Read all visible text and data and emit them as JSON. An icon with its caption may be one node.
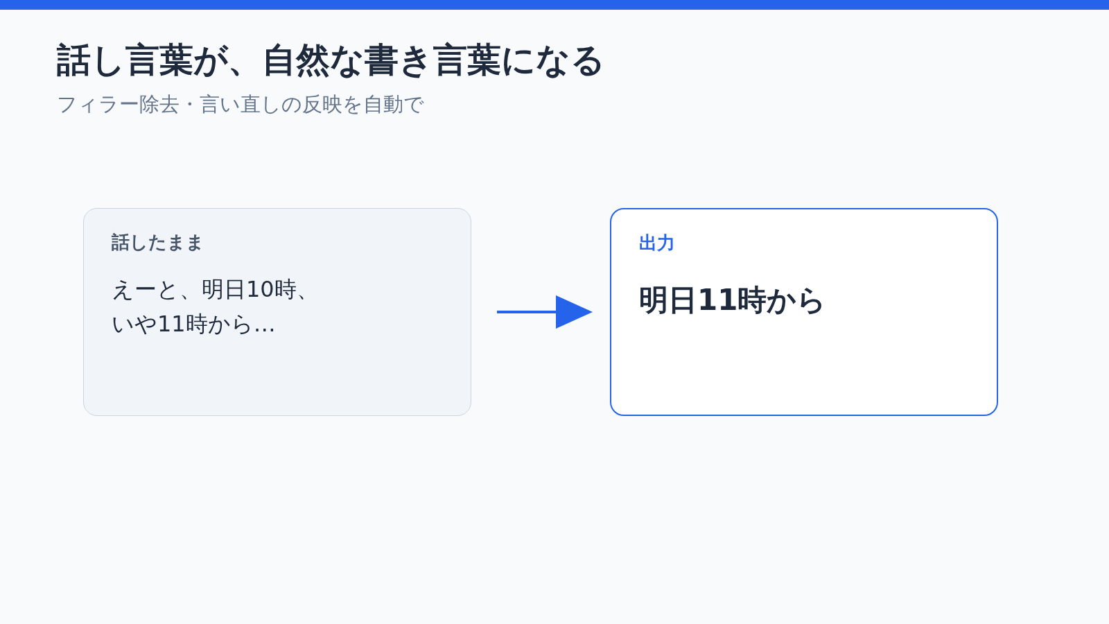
{
  "diagram": {
    "title": "話し言葉が、自然な書き言葉になる",
    "nodes": [
      {
        "text": [],
        "shape": "bar"
      },
      {
        "text": [
          "話したまま",
          "えーと、明日10時、いや11時から…"
        ]
      },
      {
        "text": [
          "出力",
          "明日11時から"
        ]
      }
    ],
    "edges": [
      {
        "from": 1,
        "to": 2,
        "arrow": "to"
      }
    ],
    "labels": [
      "フィラー除去・言い直しの反映を自動で"
    ]
  }
}
